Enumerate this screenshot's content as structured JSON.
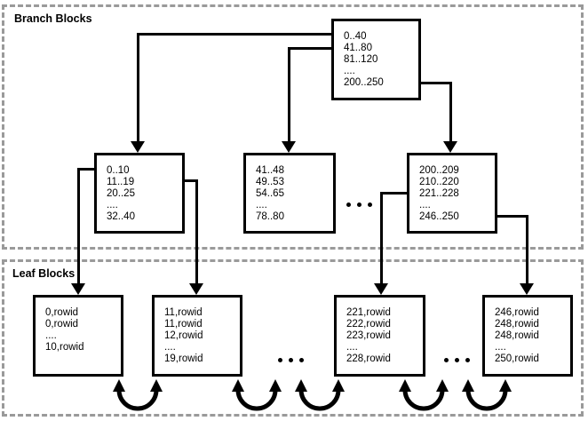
{
  "sections": {
    "branch": {
      "label": "Branch Blocks"
    },
    "leaf": {
      "label": "Leaf Blocks"
    }
  },
  "blocks": {
    "root": {
      "lines": [
        "0..40",
        "41..80",
        "81..120",
        "....",
        "200..250"
      ]
    },
    "branch1": {
      "lines": [
        "0..10",
        "11..19",
        "20..25",
        "....",
        "32..40"
      ]
    },
    "branch2": {
      "lines": [
        "41..48",
        "49..53",
        "54..65",
        "....",
        "78..80"
      ]
    },
    "branch3": {
      "lines": [
        "200..209",
        "210..220",
        "221..228",
        "....",
        "246..250"
      ]
    },
    "leaf1": {
      "lines": [
        "0,rowid",
        "0,rowid",
        "....",
        "10,rowid"
      ]
    },
    "leaf2": {
      "lines": [
        "11,rowid",
        "11,rowid",
        "12,rowid",
        "....",
        "19,rowid"
      ]
    },
    "leaf3": {
      "lines": [
        "221,rowid",
        "222,rowid",
        "223,rowid",
        "....",
        "228,rowid"
      ]
    },
    "leaf4": {
      "lines": [
        "246,rowid",
        "248,rowid",
        "248,rowid",
        "....",
        "250,rowid"
      ]
    }
  },
  "icons": {
    "ellipsis-icon": "...",
    "down-arrow-icon": "▼",
    "leaf-link-arrow-icon": "curved double-headed arrow"
  },
  "colors": {
    "line": "#000000",
    "dashed_border": "#9a9a9a",
    "background": "#ffffff",
    "text": "#000000"
  }
}
